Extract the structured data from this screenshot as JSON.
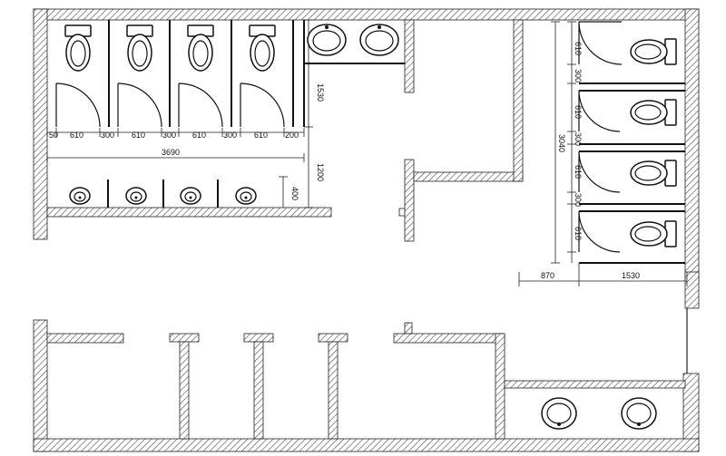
{
  "drawing": {
    "colors": {
      "wall_hatch": "#555555",
      "line": "#111111",
      "background": "#ffffff"
    },
    "dimensions": {
      "stall_widths": [
        "610",
        "610",
        "610",
        "610"
      ],
      "partition_widths": [
        "300",
        "300",
        "300"
      ],
      "left_offset": "50",
      "right_offset": "200",
      "overall_width": "3690",
      "stall_depth": "1530",
      "aisle_width": "1200",
      "urinal_spacing": "400",
      "right_stall_widths": [
        "610",
        "610",
        "610",
        "610"
      ],
      "right_partition_widths": [
        "300",
        "300",
        "300"
      ],
      "right_overall": "3040",
      "bottom_aisle": "870",
      "bottom_stall_depth": "1530"
    },
    "fixtures": {
      "left_toilets": 4,
      "right_toilets": 4,
      "urinals": 4,
      "top_sinks": 2,
      "bottom_sinks": 2
    }
  }
}
